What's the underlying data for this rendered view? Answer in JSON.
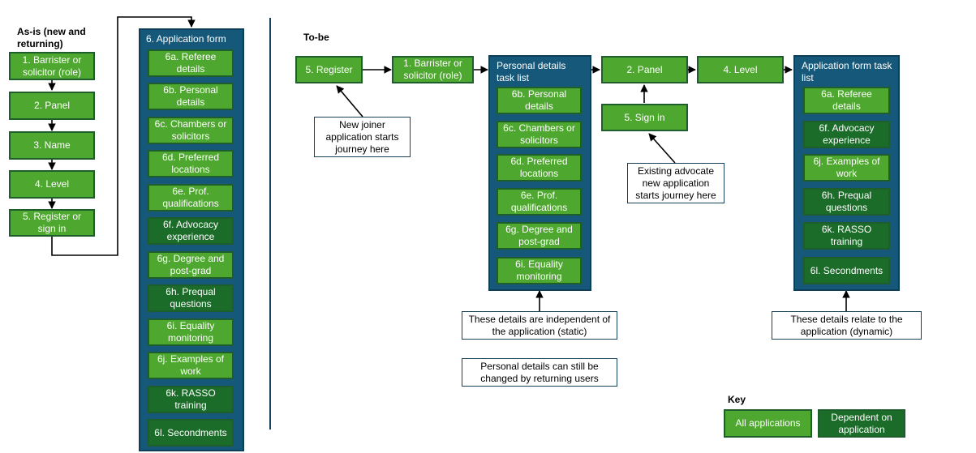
{
  "colors": {
    "all_applications": "#4ea72e",
    "dependent_on_application": "#1b6b29",
    "panel": "#15587a",
    "line": "#000000"
  },
  "asis": {
    "heading": "As-is (new and returning)",
    "steps": [
      "1. Barrister or solicitor (role)",
      "2. Panel",
      "3. Name",
      "4. Level",
      "5. Register or sign in"
    ],
    "form": {
      "title": "6. Application form",
      "items": [
        {
          "label": "6a. Referee details",
          "type": "all"
        },
        {
          "label": "6b. Personal details",
          "type": "all"
        },
        {
          "label": "6c. Chambers or solicitors",
          "type": "all"
        },
        {
          "label": "6d. Preferred locations",
          "type": "all"
        },
        {
          "label": "6e. Prof. qualifications",
          "type": "all"
        },
        {
          "label": "6f. Advocacy experience",
          "type": "dependent"
        },
        {
          "label": "6g. Degree and post-grad",
          "type": "all"
        },
        {
          "label": "6h. Prequal questions",
          "type": "dependent"
        },
        {
          "label": "6i. Equality monitoring",
          "type": "all"
        },
        {
          "label": "6j. Examples of work",
          "type": "all"
        },
        {
          "label": "6k. RASSO training",
          "type": "dependent"
        },
        {
          "label": "6l. Secondments",
          "type": "dependent"
        }
      ]
    }
  },
  "tobe": {
    "heading": "To-be",
    "register": "5. Register",
    "role": "1. Barrister or solicitor (role)",
    "panel": "2. Panel",
    "level": "4. Level",
    "signin": "5. Sign in",
    "personal": {
      "title": "Personal details task list",
      "items": [
        "6b. Personal details",
        "6c. Chambers or solicitors",
        "6d. Preferred locations",
        "6e. Prof. qualifications",
        "6g. Degree and post-grad",
        "6i. Equality monitoring"
      ]
    },
    "appform": {
      "title": "Application form task list",
      "items": [
        {
          "label": "6a. Referee details",
          "type": "all"
        },
        {
          "label": "6f. Advocacy experience",
          "type": "dependent"
        },
        {
          "label": "6j. Examples of work",
          "type": "all"
        },
        {
          "label": "6h. Prequal questions",
          "type": "dependent"
        },
        {
          "label": "6k. RASSO training",
          "type": "dependent"
        },
        {
          "label": "6l. Secondments",
          "type": "dependent"
        }
      ]
    },
    "notes": {
      "new_joiner": "New joiner application starts journey here",
      "existing": "Existing advocate new application starts journey here",
      "independent": "These details are independent of the application (static)",
      "changed": "Personal details can still be changed by returning users",
      "relate": "These details relate to the application (dynamic)"
    }
  },
  "key": {
    "title": "Key",
    "all": "All applications",
    "dependent": "Dependent on application"
  }
}
